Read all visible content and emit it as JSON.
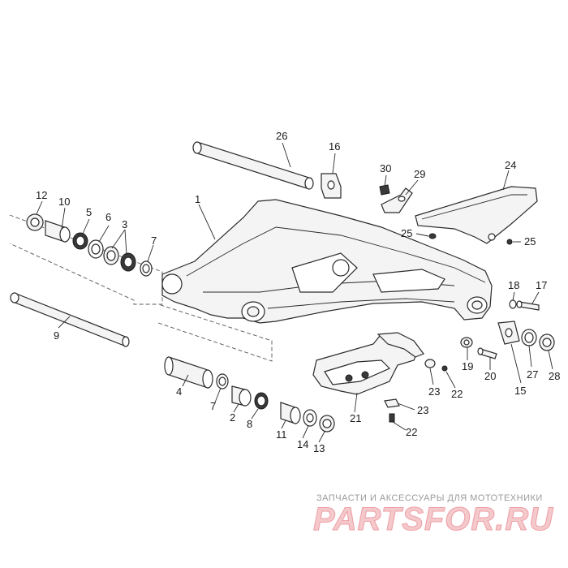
{
  "diagram": {
    "callouts": [
      "1",
      "2",
      "3",
      "4",
      "5",
      "6",
      "7",
      "7",
      "8",
      "9",
      "10",
      "11",
      "12",
      "13",
      "14",
      "15",
      "16",
      "17",
      "18",
      "19",
      "20",
      "21",
      "22",
      "22",
      "23",
      "23",
      "24",
      "25",
      "25",
      "26",
      "27",
      "28",
      "29",
      "30"
    ]
  },
  "watermark": {
    "tagline": "ЗАПЧАСТИ И АКСЕССУАРЫ ДЛЯ МОТОТЕХНИКИ",
    "logo": "PARTSFOR.RU"
  }
}
